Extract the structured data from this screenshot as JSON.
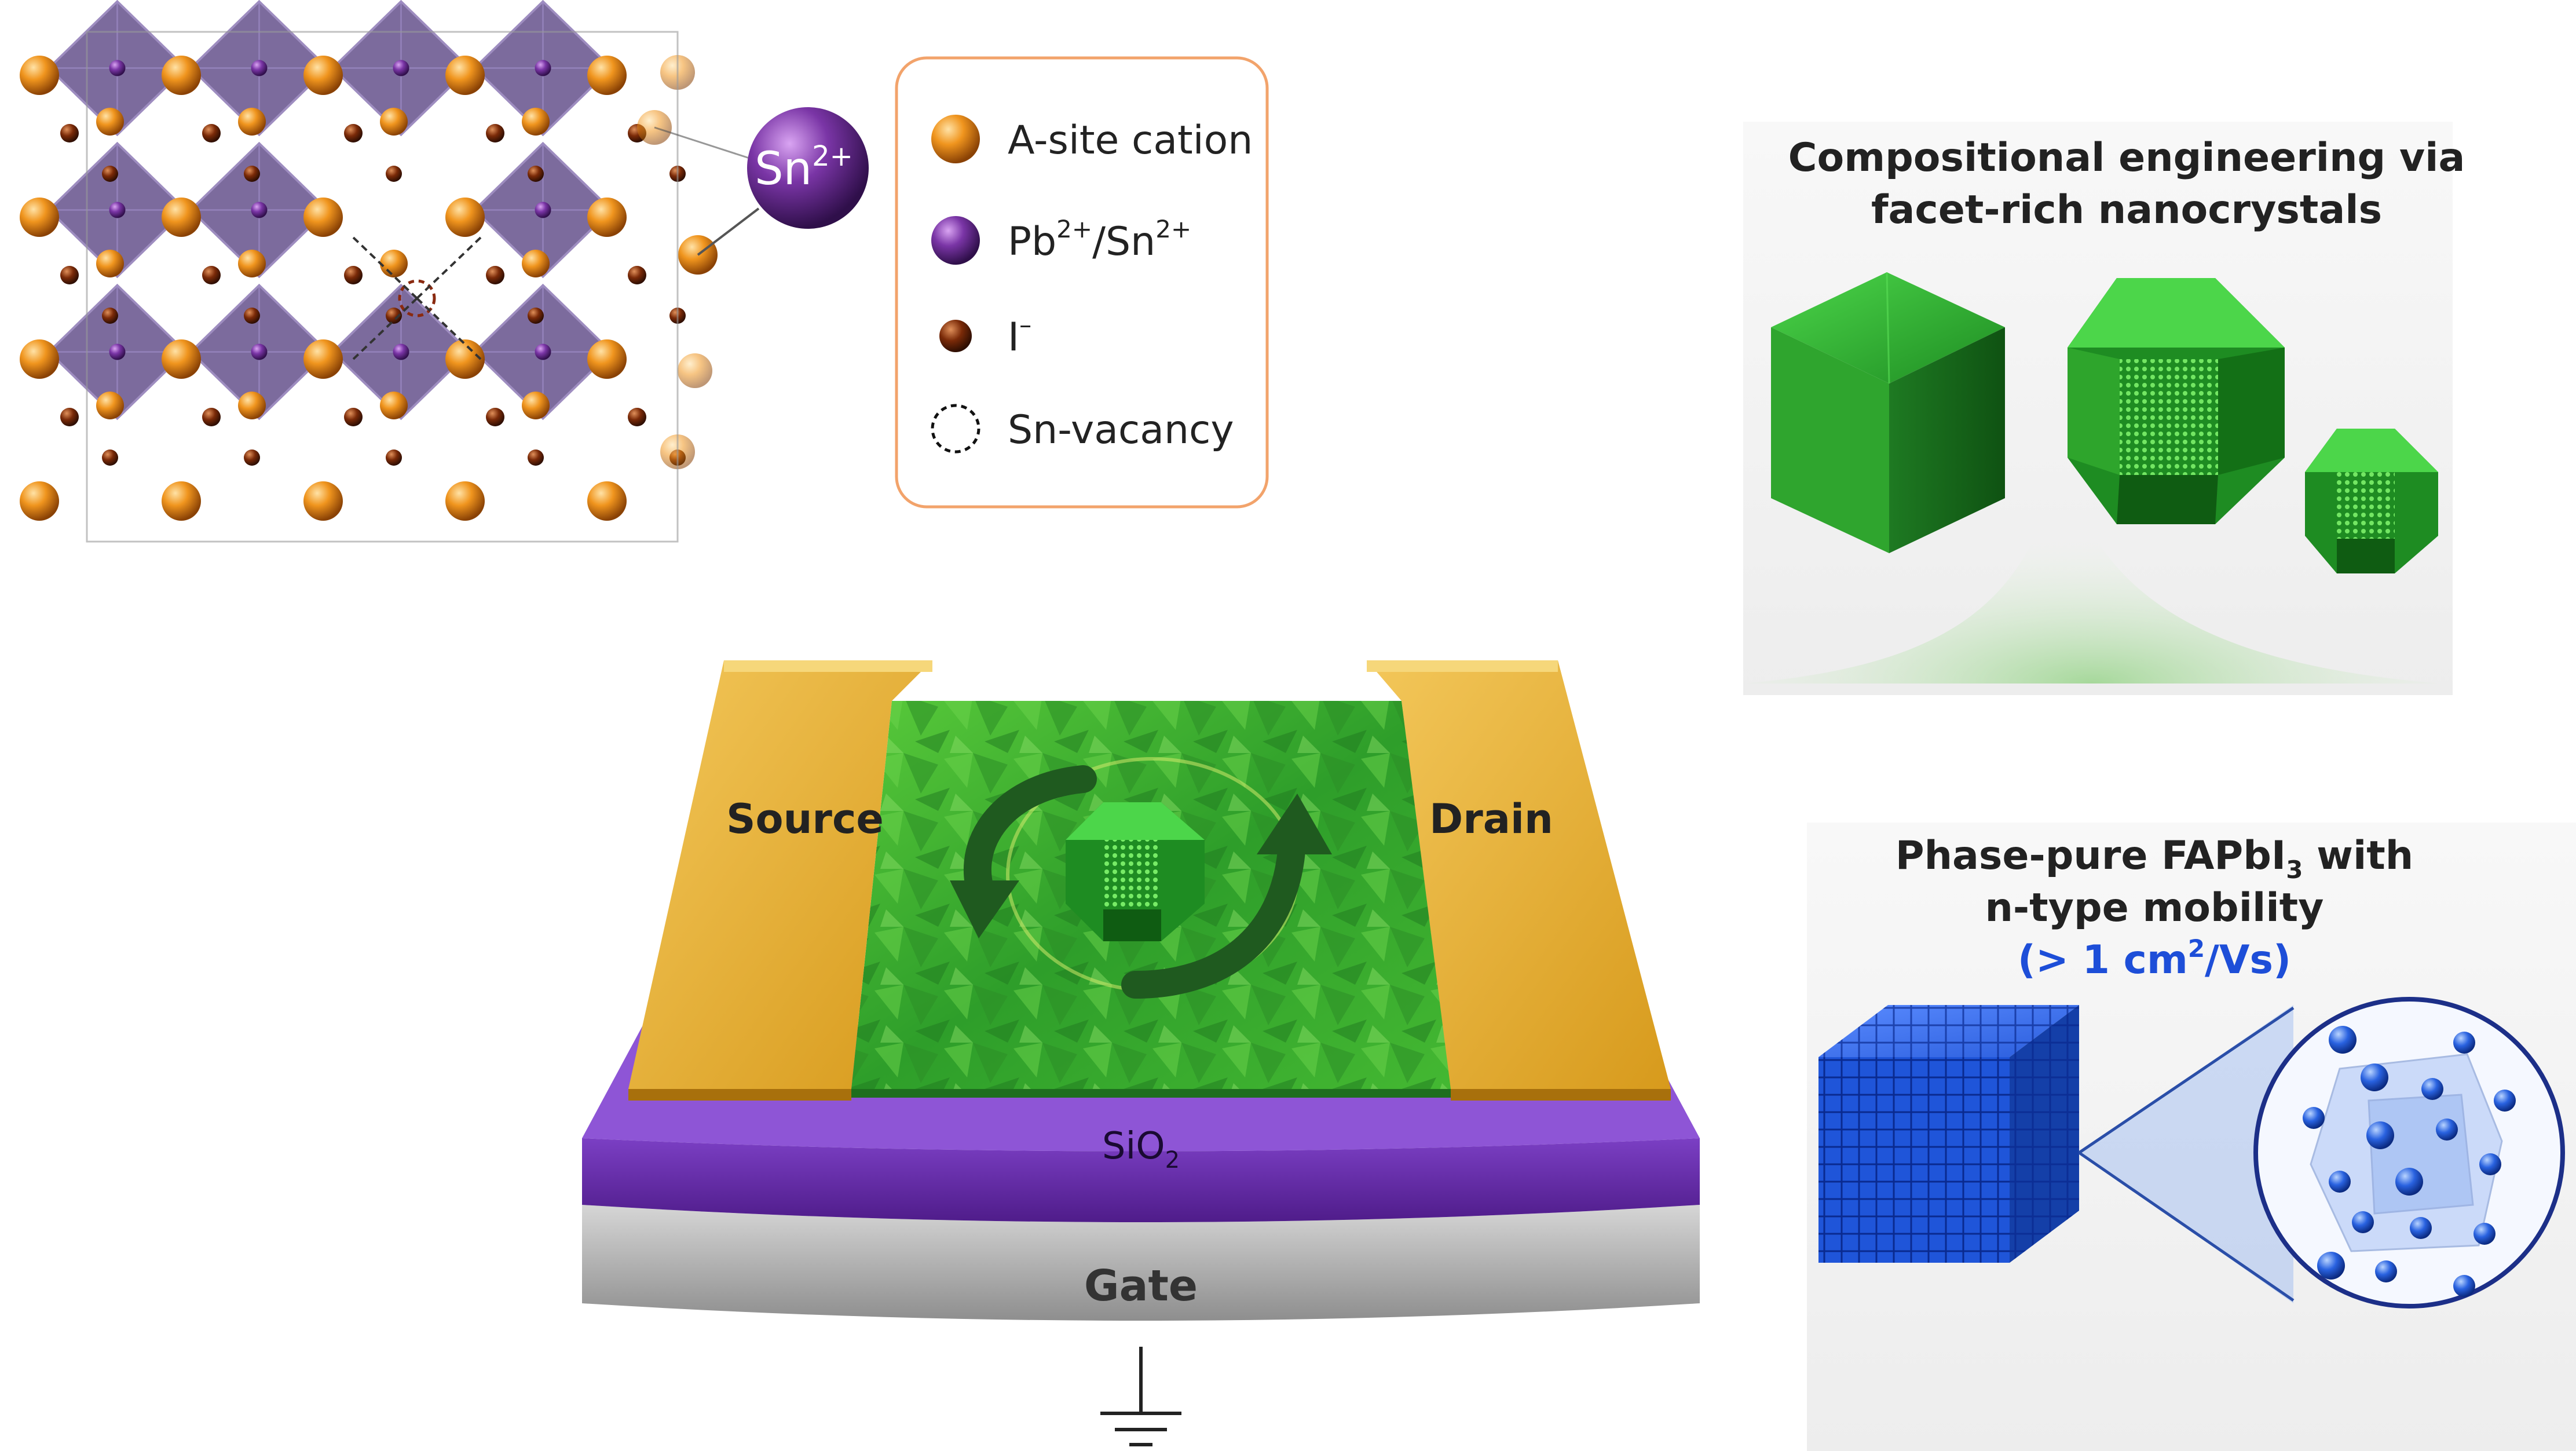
{
  "colors": {
    "a_site": "#E6860E",
    "pb_sn": "#6C2D8E",
    "iodide": "#7A2A08",
    "octahedron": "#4A3378",
    "legend_border": "#F2A36B",
    "gold": "#E2AE2C",
    "oxide": "#6A2BA8",
    "gate": "#B4B4B4",
    "nanocrystal": "#2FB832",
    "cube_blue": "#1F55D9",
    "mobility_text": "#1D4ED8"
  },
  "crystal": {
    "callout": {
      "base": "Sn",
      "sup": "2+"
    }
  },
  "legend": {
    "items": [
      {
        "icon": "a-site-sphere-icon",
        "label": "A-site cation"
      },
      {
        "icon": "pb-sn-sphere-icon",
        "label_base": "Pb",
        "label_sup1": "2+",
        "label_mid": "/Sn",
        "label_sup2": "2+"
      },
      {
        "icon": "iodide-sphere-icon",
        "label_base": "I",
        "label_sup": "–"
      },
      {
        "icon": "vacancy-dashed-circle-icon",
        "label": "Sn-vacancy"
      }
    ]
  },
  "facet_panel": {
    "title_line1": "Compositional engineering via",
    "title_line2": "facet-rich nanocrystals"
  },
  "device": {
    "source_label": "Source",
    "drain_label": "Drain",
    "oxide_base": "SiO",
    "oxide_sub": "2",
    "gate_label": "Gate"
  },
  "phase_panel": {
    "title_line1_pre": "Phase-pure FAPbI",
    "title_line1_sub": "3",
    "title_line1_post": " with",
    "title_line2": "n-type mobility",
    "mobility_pre": "(> 1 cm",
    "mobility_sup": "2",
    "mobility_post": "/Vs)"
  }
}
